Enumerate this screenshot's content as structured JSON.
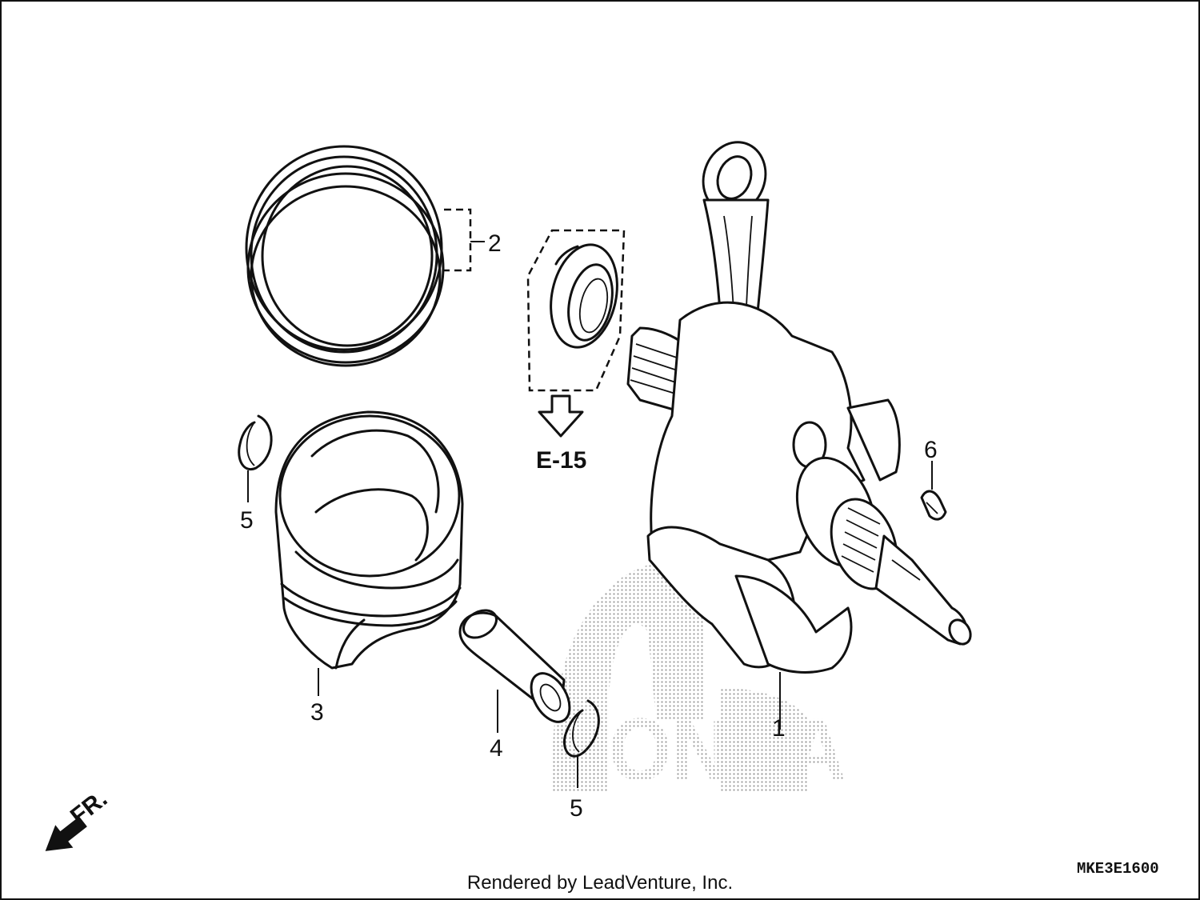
{
  "callouts": {
    "c1": "1",
    "c2": "2",
    "c3": "3",
    "c4": "4",
    "c5a": "5",
    "c5b": "5",
    "c6": "6"
  },
  "reference": "E-15",
  "front_marker": "FR.",
  "watermark": "HONDA",
  "diagram_code": "MKE3E1600",
  "footer": "Rendered by LeadVenture, Inc."
}
